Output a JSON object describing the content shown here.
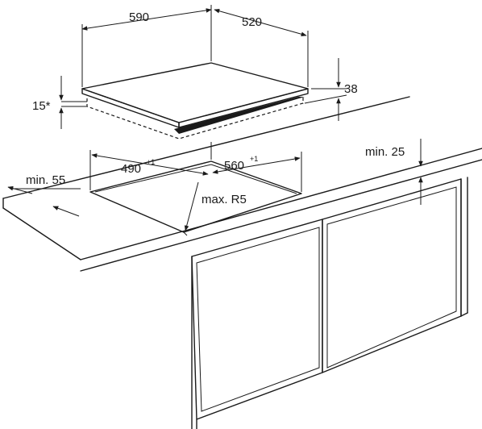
{
  "labels": {
    "width": "590",
    "depth": "520",
    "height": "38",
    "side": "15*",
    "cutout_width": "490",
    "cutout_width_tol": "+1",
    "cutout_depth": "560",
    "cutout_depth_tol": "+1",
    "min_front": "min. 55",
    "min_wall": "min. 25",
    "radius": "max. R5"
  },
  "colors": {
    "line": "#1a1a1a",
    "hob_top": "#ffffff",
    "hob_edge": "#1a1a1a",
    "background": "#ffffff"
  }
}
